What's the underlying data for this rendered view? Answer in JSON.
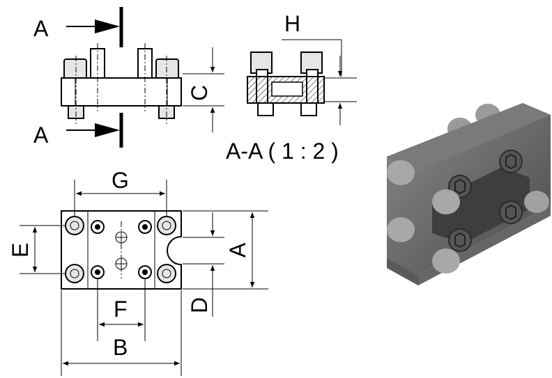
{
  "labels": {
    "section_arrow_top": "A",
    "section_arrow_bottom": "A",
    "dim_c": "C",
    "dim_h": "H",
    "section_caption": "A-A ( 1 : 2 )",
    "dim_g": "G",
    "dim_e": "E",
    "dim_a": "A",
    "dim_d": "D",
    "dim_f": "F",
    "dim_b": "B"
  }
}
